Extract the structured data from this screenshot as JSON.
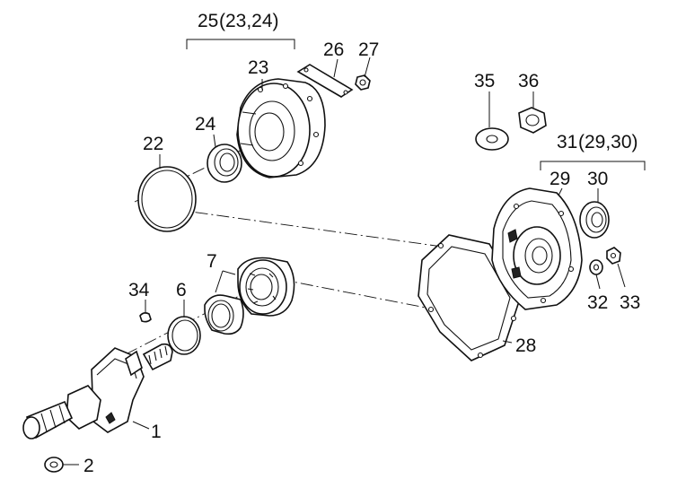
{
  "labels": {
    "l1": "1",
    "l2": "2",
    "l6": "6",
    "l7": "7",
    "l22": "22",
    "l23": "23",
    "l24": "24",
    "l25": "25",
    "l25sub": "(23,24)",
    "l26": "26",
    "l27": "27",
    "l28": "28",
    "l29": "29",
    "l30": "30",
    "l31": "31",
    "l31sub": "(29,30)",
    "l32": "32",
    "l33": "33",
    "l34": "34",
    "l35": "35",
    "l36": "36"
  },
  "colors": {
    "ink": "#111111",
    "paper": "#ffffff"
  }
}
